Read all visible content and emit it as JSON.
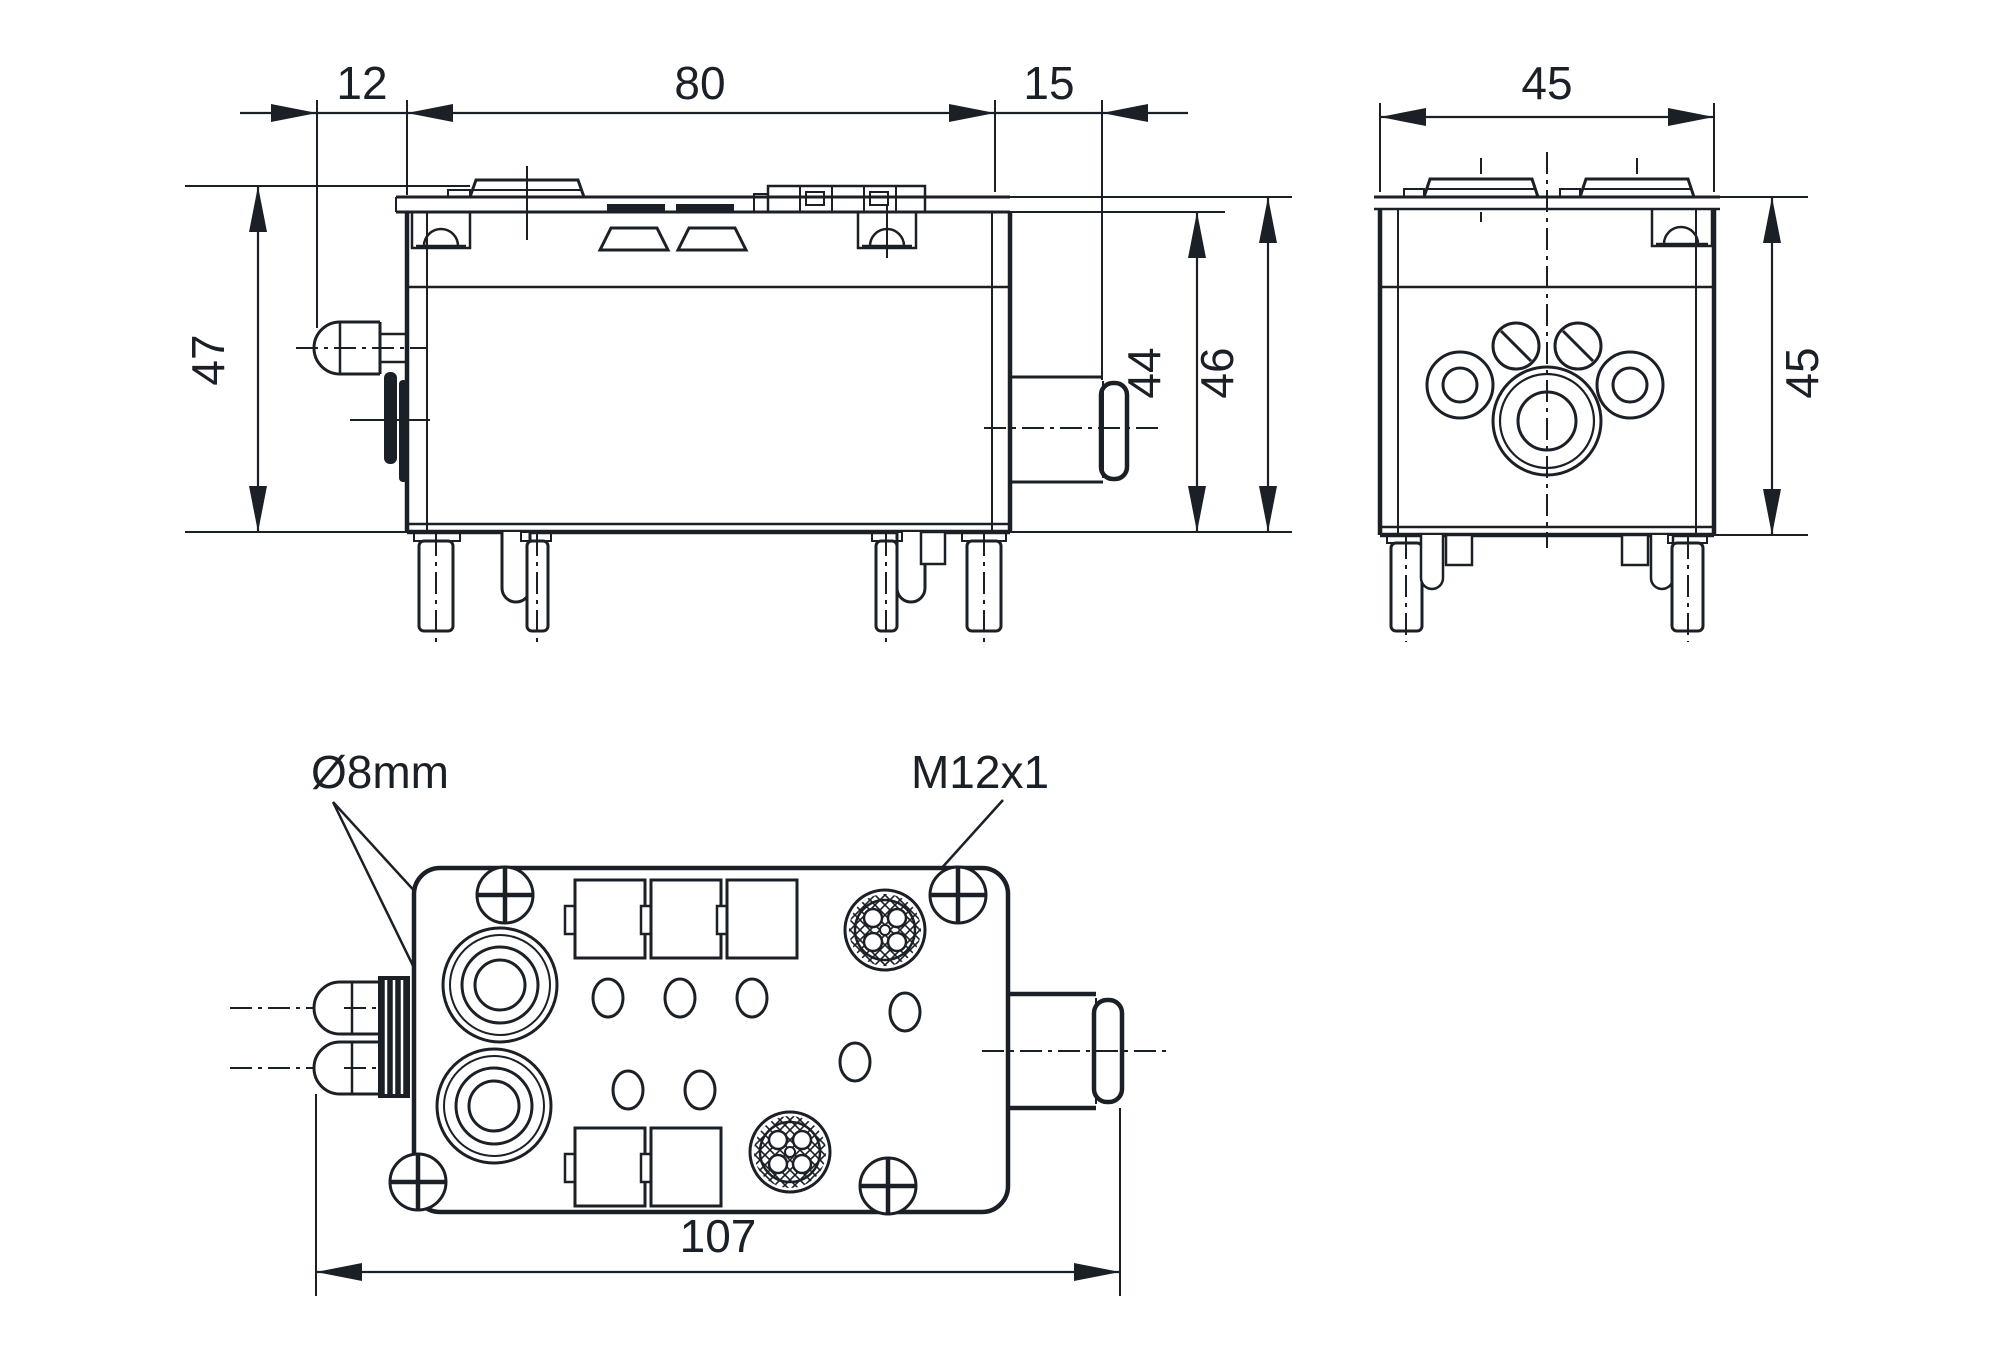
{
  "colors": {
    "ink": "#1b2026",
    "background": "#ffffff"
  },
  "views": {
    "side": {
      "dims": {
        "top_offset": "12",
        "body_length": "80",
        "fitting_length": "15",
        "height": "47",
        "inner_height": "44",
        "outer_height": "46"
      }
    },
    "end": {
      "dims": {
        "width": "45",
        "height": "45"
      }
    },
    "bottom": {
      "dims": {
        "overall_length": "107"
      },
      "callouts": {
        "port_diameter": "Ø8mm",
        "connector_thread": "M12x1"
      }
    }
  }
}
